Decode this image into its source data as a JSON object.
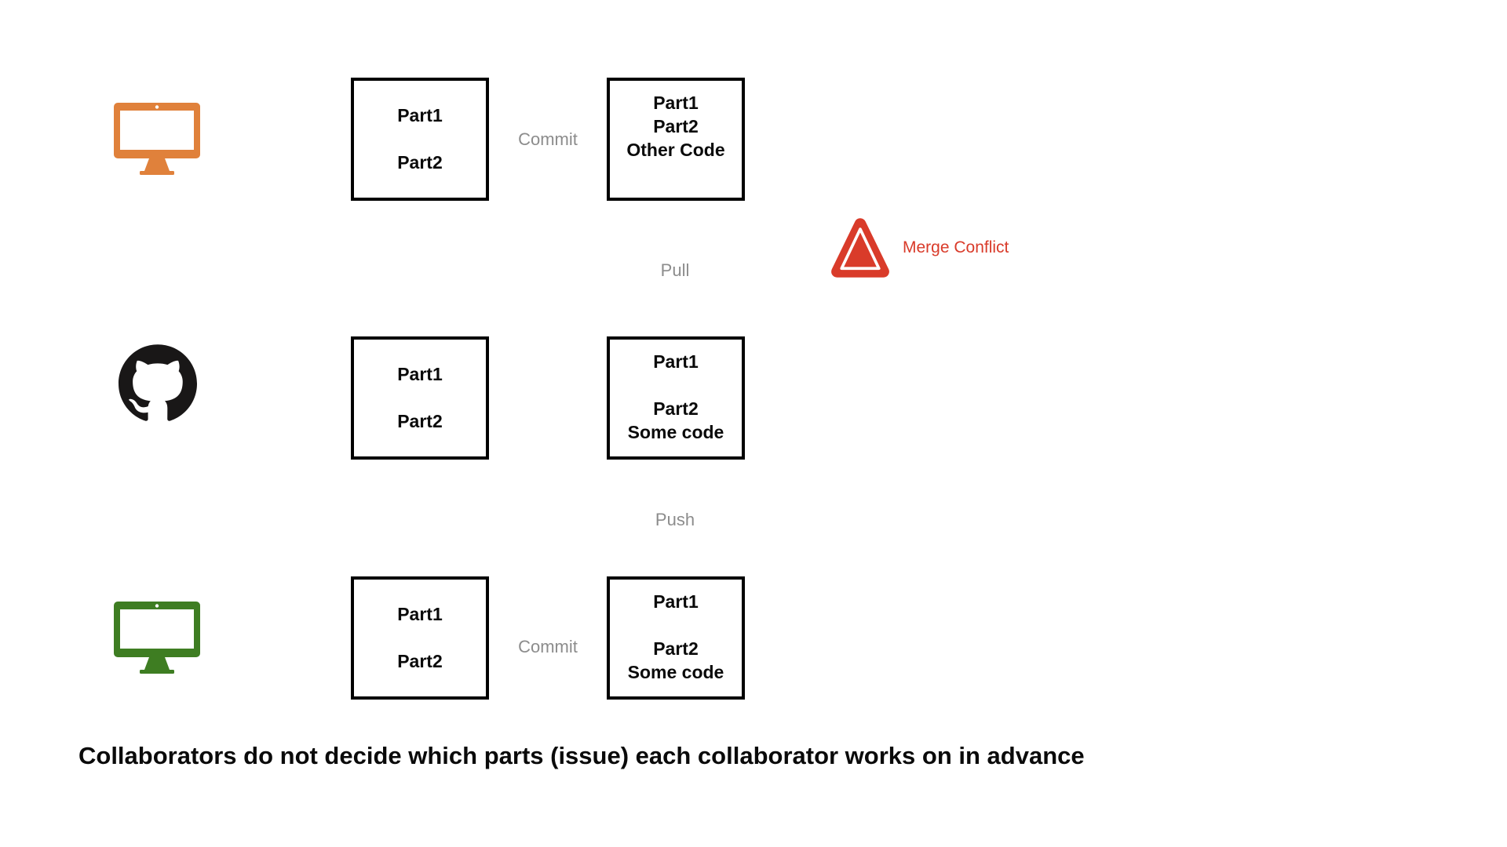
{
  "colors": {
    "orange": "#E0813B",
    "green": "#3E7D22",
    "red": "#D93B2A",
    "gray": "#8C8C8C",
    "github": "#191717",
    "text": "#0A0A0A"
  },
  "icons": {
    "user1": "desktop-monitor-orange",
    "remote": "github-octocat",
    "user2": "desktop-monitor-green",
    "warning": "warning-triangle-red"
  },
  "boxes": {
    "user1_working": {
      "lines": [
        "Part1",
        "",
        "Part2"
      ]
    },
    "user1_repo": {
      "lines": [
        "Part1",
        "Part2",
        "Other Code"
      ]
    },
    "remote_before": {
      "lines": [
        "Part1",
        "",
        "Part2"
      ]
    },
    "remote_after": {
      "lines": [
        "Part1",
        "",
        "Part2",
        "Some code"
      ]
    },
    "user2_working": {
      "lines": [
        "Part1",
        "",
        "Part2"
      ]
    },
    "user2_repo": {
      "lines": [
        "Part1",
        "",
        "Part2",
        "Some code"
      ]
    }
  },
  "labels": {
    "commit_top": "Commit",
    "pull": "Pull",
    "push": "Push",
    "commit_bottom": "Commit",
    "merge_conflict": "Merge Conflict"
  },
  "caption": "Collaborators do not decide which parts (issue) each collaborator works on in advance"
}
